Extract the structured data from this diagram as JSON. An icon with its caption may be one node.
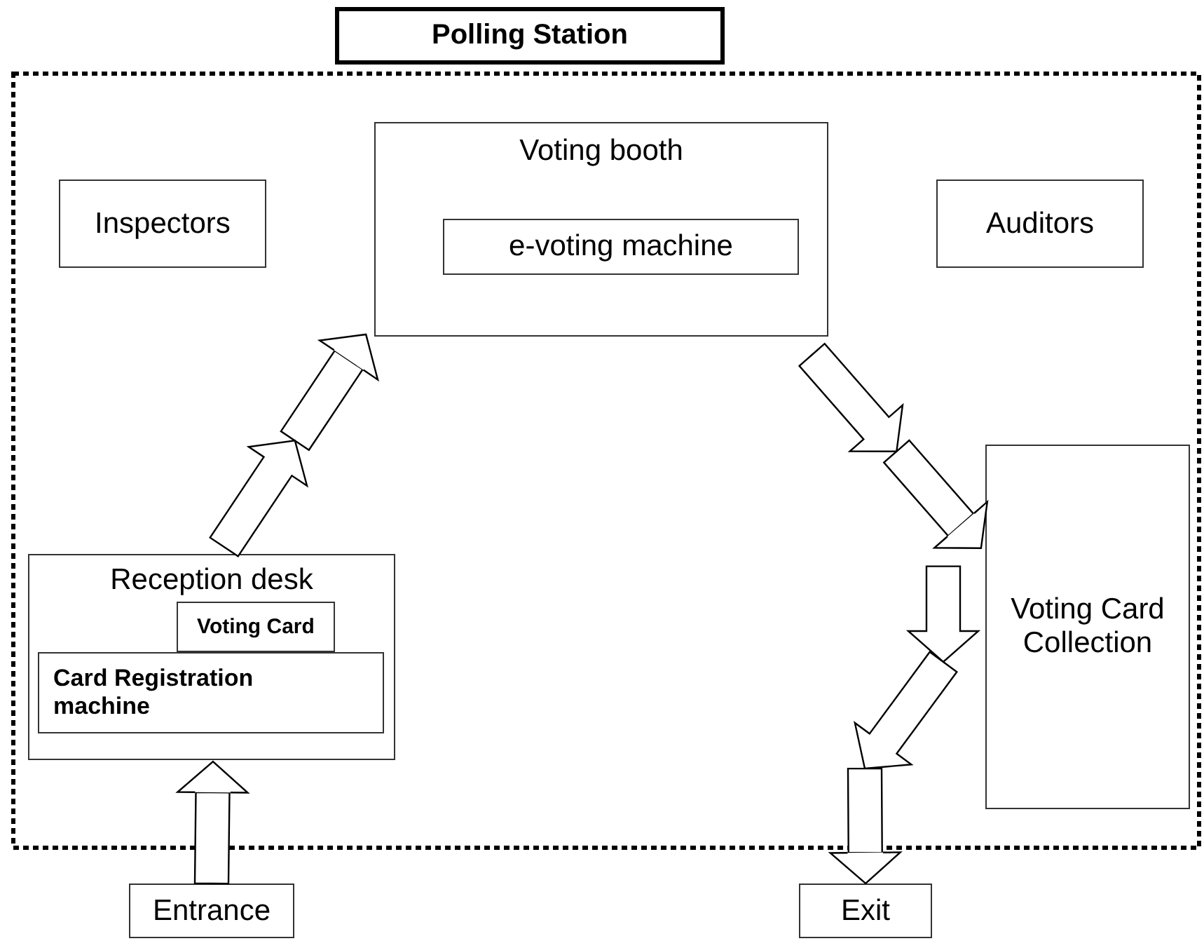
{
  "diagram": {
    "nodes": [
      {
        "text": [
          "Polling Station"
        ]
      },
      {
        "text": [
          "Inspectors"
        ],
        "in": 0
      },
      {
        "text": [
          "Voting booth"
        ],
        "in": 0
      },
      {
        "text": [
          "e-voting machine"
        ],
        "in": 2
      },
      {
        "text": [
          "Auditors"
        ],
        "in": 0
      },
      {
        "text": [
          "Reception desk"
        ],
        "in": 0
      },
      {
        "text": [
          "Voting Card"
        ],
        "in": 5
      },
      {
        "text": [
          "Card Registration machine"
        ],
        "in": 5
      },
      {
        "text": [
          "Voting Card Collection"
        ],
        "in": 0
      },
      {
        "text": [
          "Entrance"
        ]
      },
      {
        "text": [
          "Exit"
        ]
      }
    ],
    "edges": [
      {
        "from": 9,
        "to": 5,
        "arrow": "to"
      },
      {
        "from": 5,
        "to": 2,
        "arrow": "to"
      },
      {
        "from": 2,
        "to": 8,
        "arrow": "to"
      },
      {
        "from": 8,
        "to": 10,
        "arrow": "to"
      }
    ]
  }
}
